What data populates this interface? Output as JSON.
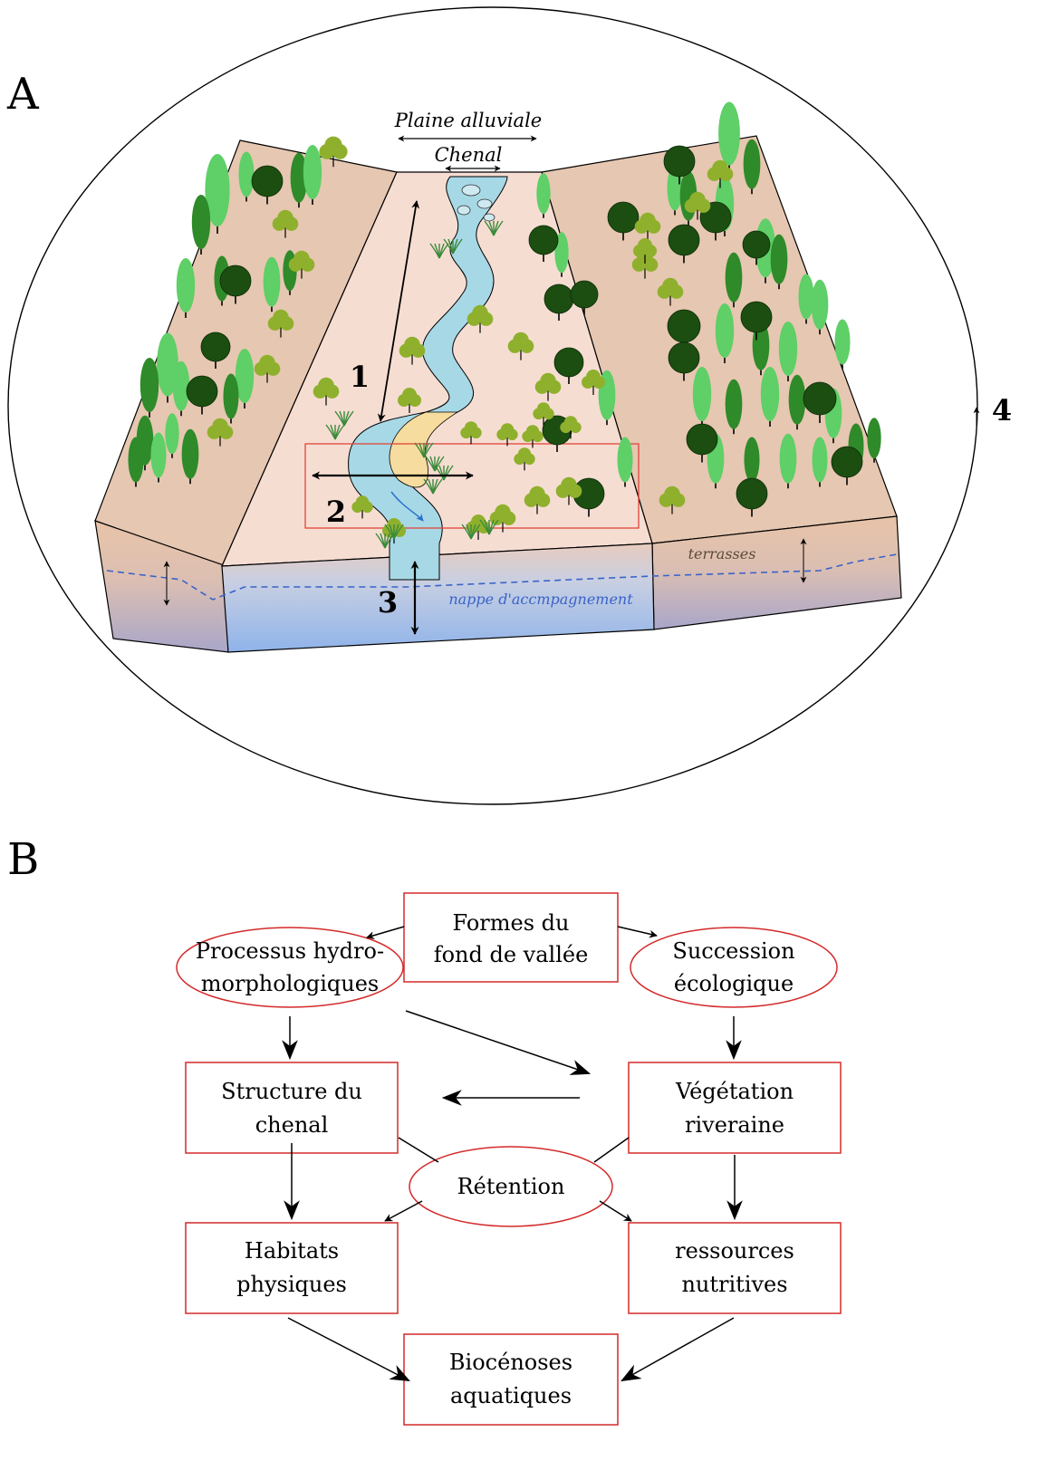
{
  "panel_a": {
    "letter": "A",
    "floodplain_label": "Plaine alluviale",
    "channel_label": "Chenal",
    "terraces_label": "terrasses",
    "water_table_label": "nappe d'accmpagnement",
    "dimension_numbers": [
      "1",
      "2",
      "3",
      "4"
    ],
    "colors": {
      "terrace_surface": "#e6c7b1",
      "floodplain_surface": "#f6ddd2",
      "river": "#a7d8e6",
      "point_bar": "#f6dc9e",
      "tree_light": "#5fcf67",
      "tree_mid": "#2f8a2a",
      "tree_dark": "#1b4e10",
      "shrub": "#8fb02c",
      "water_table_line": "#3a63c8",
      "highlight_box": "#e0453a"
    }
  },
  "panel_b": {
    "letter": "B",
    "nodes": {
      "formes": [
        "Formes du",
        "fond de vallée"
      ],
      "processus": [
        "Processus hydro-",
        "morphologiques"
      ],
      "succession": [
        "Succession",
        "écologique"
      ],
      "structure": [
        "Structure du",
        "chenal"
      ],
      "vegetation": [
        "Végétation",
        "riveraine"
      ],
      "retention": [
        "Rétention"
      ],
      "habitats": [
        "Habitats",
        "physiques"
      ],
      "ressources": [
        "ressources",
        "nutritives"
      ],
      "biocenoses": [
        "Biocénoses",
        "aquatiques"
      ]
    },
    "colors": {
      "node_border": "#d42a2a",
      "arrow": "#000000"
    }
  }
}
